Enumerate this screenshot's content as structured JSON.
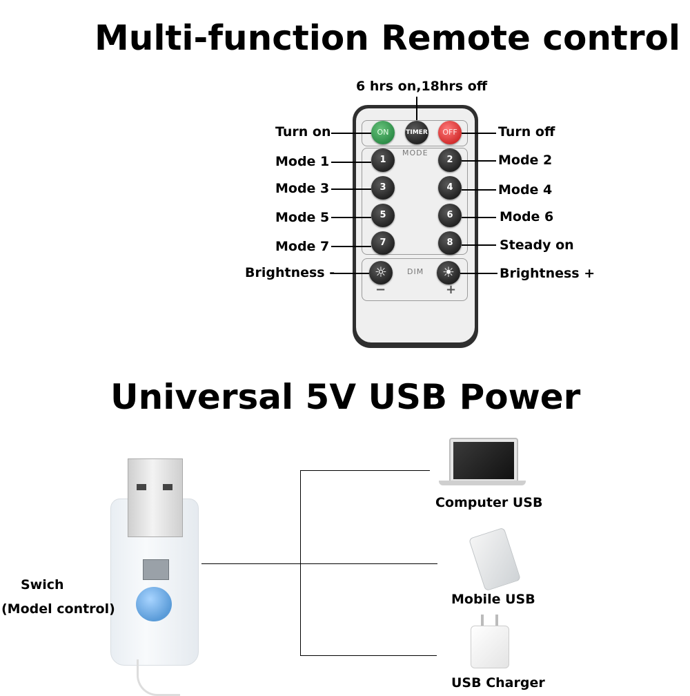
{
  "titles": {
    "remote": "Multi-function Remote control",
    "usb": "Universal 5V USB Power"
  },
  "remote": {
    "labels": {
      "timer_note": "6 hrs on,18hrs off",
      "turn_on": "Turn on",
      "turn_off": "Turn off",
      "mode1": "Mode 1",
      "mode2": "Mode 2",
      "mode3": "Mode 3",
      "mode4": "Mode 4",
      "mode5": "Mode 5",
      "mode6": "Mode 6",
      "mode7": "Mode 7",
      "steady_on": "Steady on",
      "brightness_minus": "Brightness -",
      "brightness_plus": "Brightness +"
    },
    "buttons": {
      "on": "ON",
      "timer": "TIMER",
      "off": "OFF",
      "b1": "1",
      "b2": "2",
      "b3": "3",
      "b4": "4",
      "b5": "5",
      "b6": "6",
      "b7": "7",
      "b8": "8",
      "dim_minus": "☼",
      "dim_plus": "☀"
    },
    "panel_text": {
      "mode": "MODE",
      "dim": "DIM",
      "minus": "−",
      "plus": "+"
    }
  },
  "usb": {
    "switch_label": "Swich",
    "switch_sub": "(Model control)",
    "devices": {
      "computer": "Computer USB",
      "mobile": "Mobile USB",
      "charger": "USB Charger"
    }
  },
  "colors": {
    "on_button": "#2a8a45",
    "off_button": "#d02a2a",
    "remote_body": "#2f2f2f",
    "switch_knob": "#5a9bd8"
  }
}
